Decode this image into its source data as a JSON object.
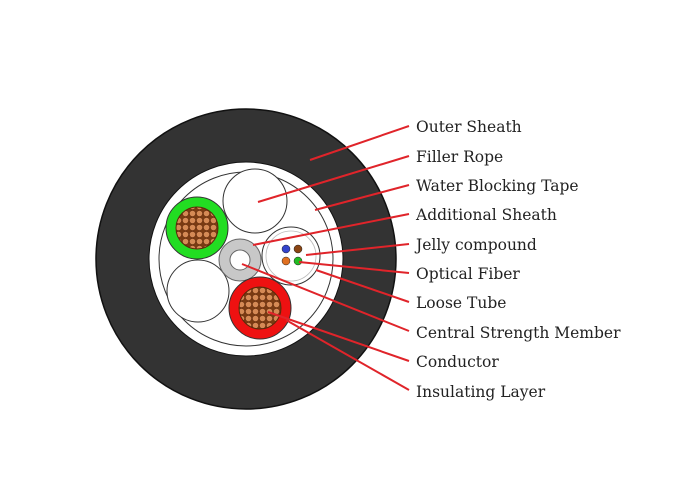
{
  "labels": [
    "Outer Sheath",
    "Filler Rope",
    "Water Blocking Tape",
    "Additional Sheath",
    "Jelly compound",
    "Optical Fiber",
    "Loose Tube",
    "Central Strength Member",
    "Conductor",
    "Insulating Layer"
  ],
  "colors": {
    "outer_sheath": "#333333",
    "leader_line": "#e0242a",
    "conductor_copper": "#c87845",
    "insulation_green": "#22dd22",
    "insulation_red": "#ee1111",
    "strength_member": "#c8c8c8",
    "fiber_blue": "#3344cc",
    "fiber_brown": "#8b4513",
    "fiber_orange": "#e07020",
    "fiber_green": "#22bb22"
  }
}
